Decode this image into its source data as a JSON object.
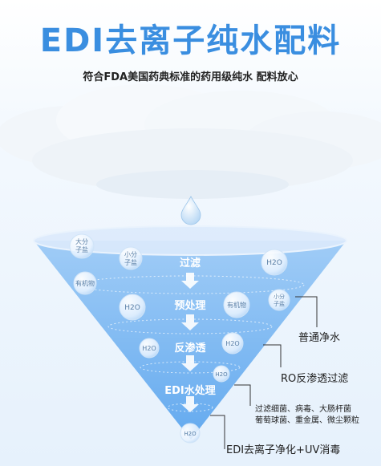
{
  "header": {
    "title": "EDI去离子纯水配料",
    "subtitle": "符合FDA美国药典标准的药用级纯水 配料放心"
  },
  "funnel": {
    "stages": [
      "过滤",
      "预处理",
      "反渗透",
      "EDI水处理"
    ],
    "bubbles": {
      "b1": "大分",
      "b1b": "子盐",
      "b2": "小分",
      "b2b": "子盐",
      "b3": "H2O",
      "b4": "有机物",
      "b5": "H2O",
      "b6": "有机物",
      "b7": "小分",
      "b7b": "子盐",
      "b8": "H2O",
      "b9": "H2O",
      "b10": "H2O",
      "b11": "H2O"
    }
  },
  "callouts": {
    "c1": "普通净水",
    "c2": "RO反渗透过滤",
    "c3a": "过滤细菌、病毒、大肠杆菌",
    "c3b": "葡萄球菌、重金属、微尘颗粒",
    "c4": "EDI去离子净化+UV消毒"
  },
  "colors": {
    "title": "#3a8ee0",
    "funnel": "#6aaef0",
    "stage_text": "#ffffff",
    "callout_line": "#333333"
  }
}
